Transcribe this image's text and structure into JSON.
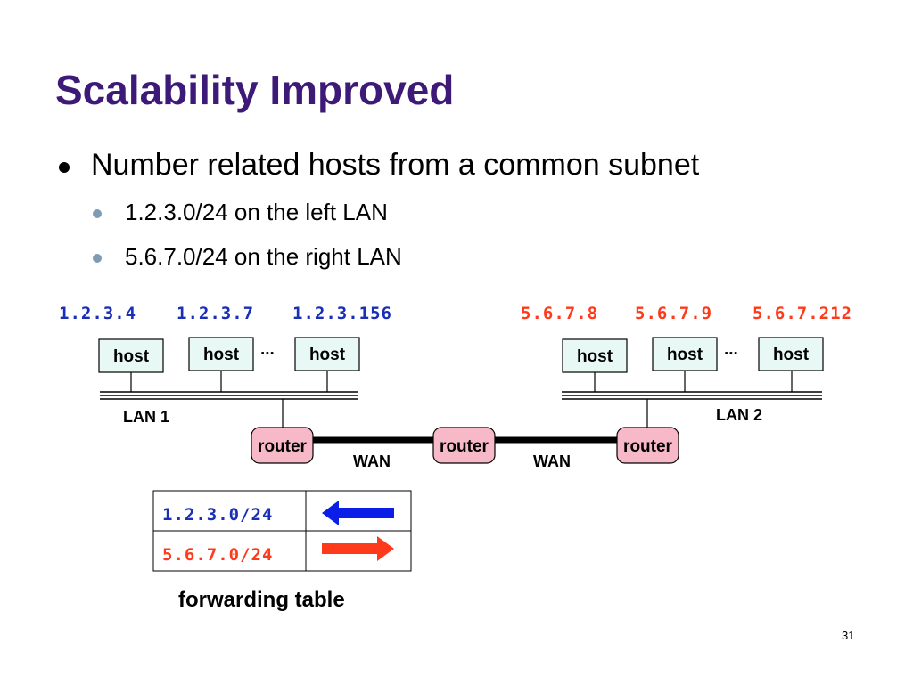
{
  "title": "Scalability Improved",
  "bullets": {
    "main": "Number related hosts from a common subnet",
    "sub1": "1.2.3.0/24 on the left LAN",
    "sub2": "5.6.7.0/24 on the right LAN"
  },
  "addresses": {
    "left": [
      "1.2.3.4",
      "1.2.3.7",
      "1.2.3.156"
    ],
    "right": [
      "5.6.7.8",
      "5.6.7.9",
      "5.6.7.212"
    ]
  },
  "host_label": "host",
  "ellipsis": "...",
  "router_label": "router",
  "lan1": "LAN 1",
  "lan2": "LAN 2",
  "wan": "WAN",
  "forwarding_table": {
    "rows": [
      "1.2.3.0/24",
      "5.6.7.0/24"
    ],
    "label": "forwarding table"
  },
  "page_number": "31",
  "colors": {
    "title": "#3d1a78",
    "left_address": "#1a2fb8",
    "right_address": "#ff3a1a",
    "router_fill": "#f7b8c8",
    "blue_arrow": "#0a1ee8",
    "red_arrow": "#ff3a1a"
  }
}
